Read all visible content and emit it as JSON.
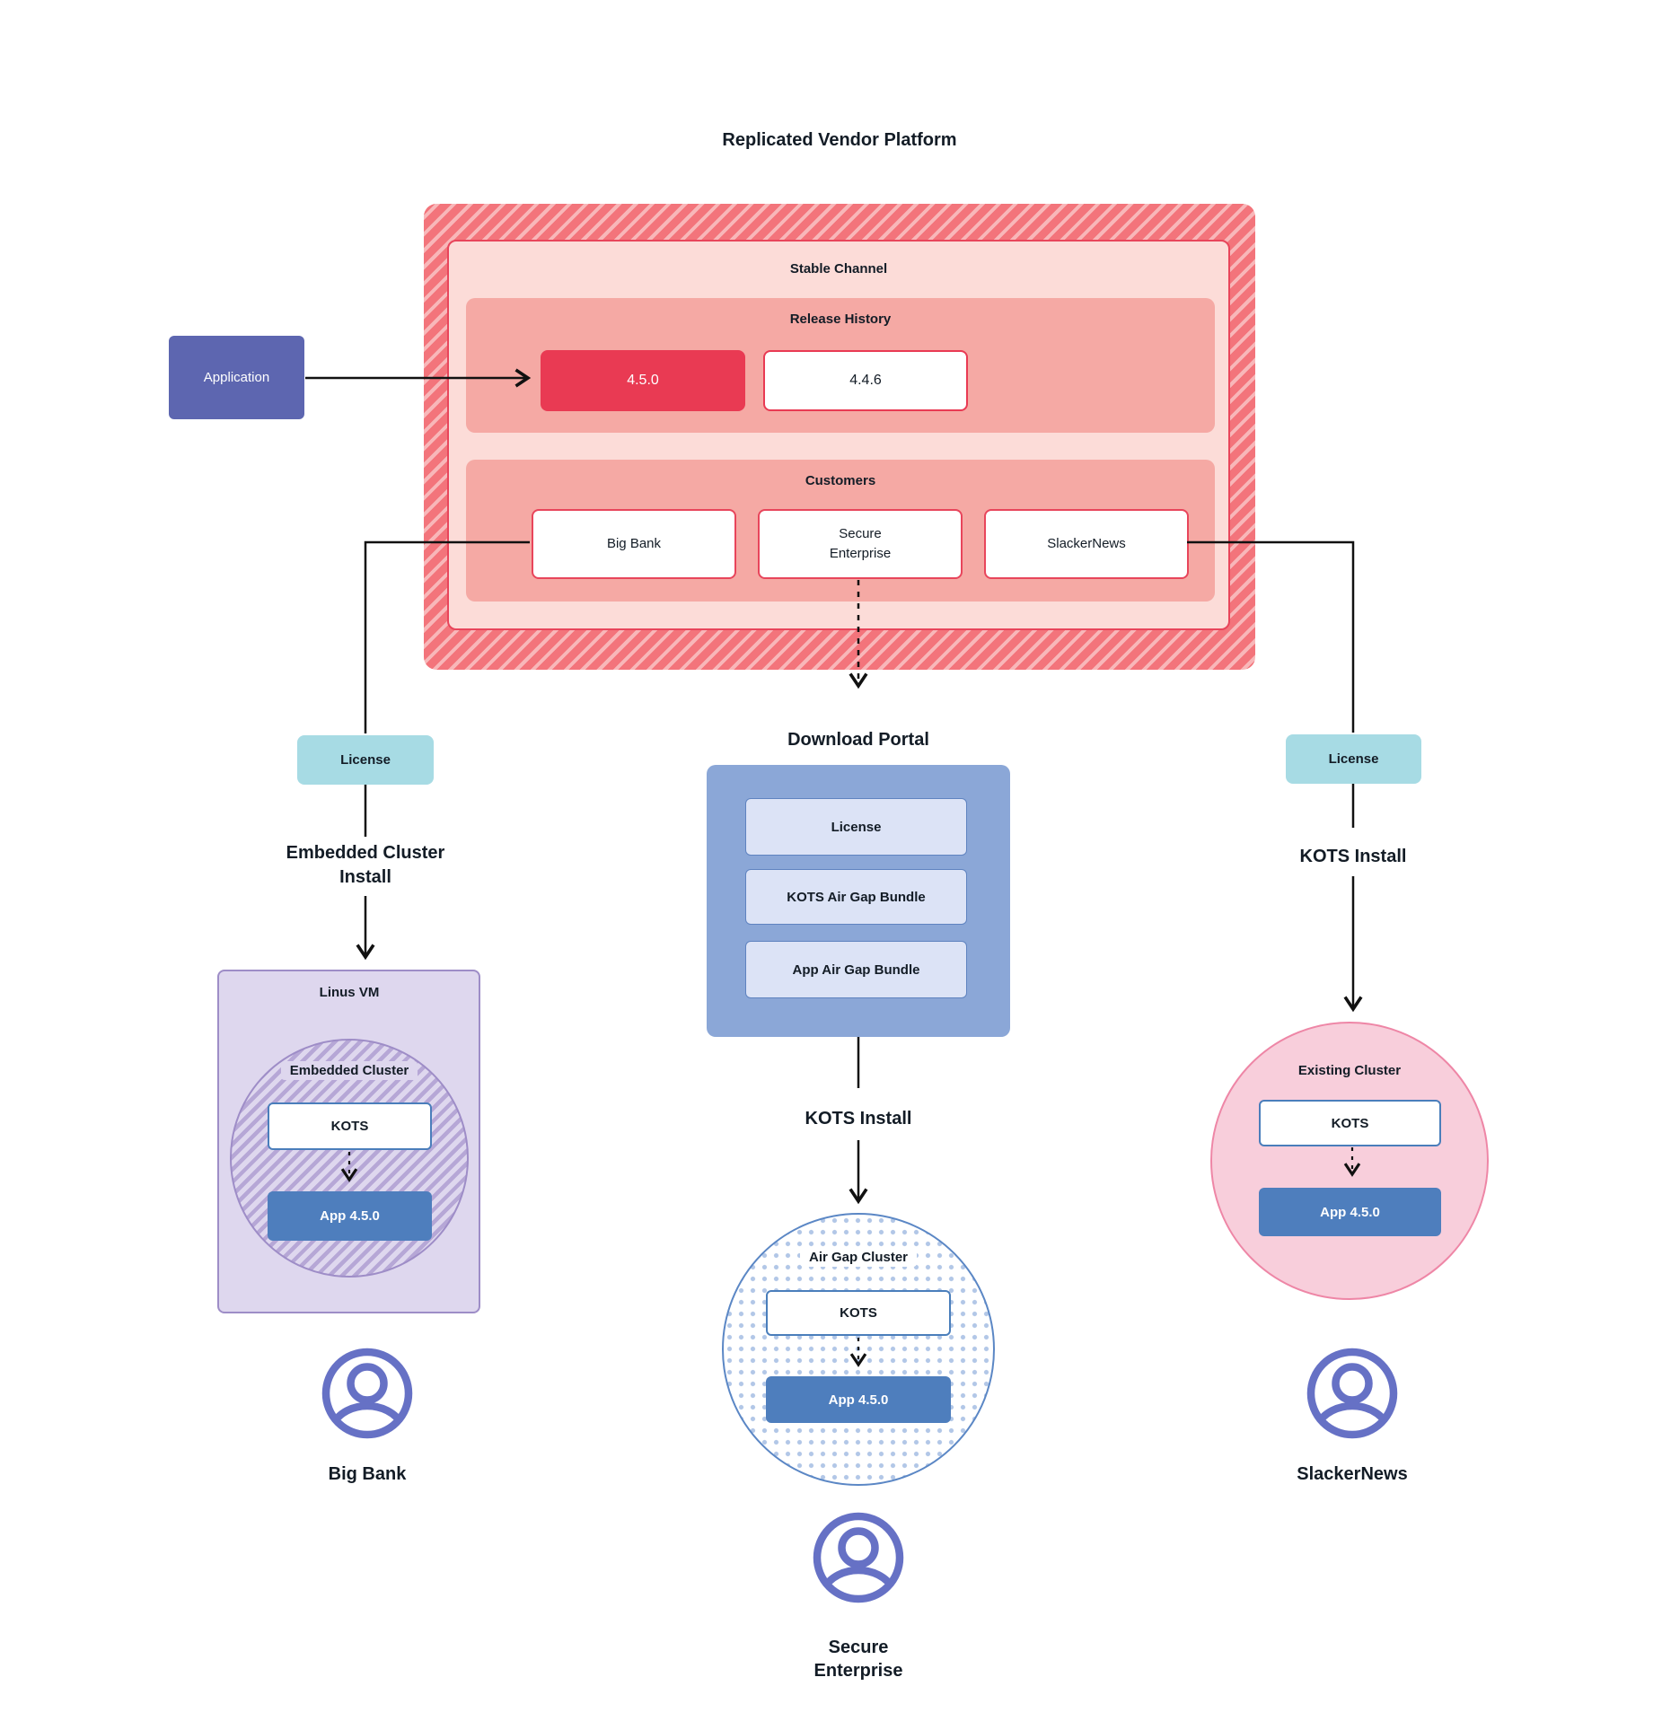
{
  "title": "Replicated Vendor Platform",
  "colors": {
    "hatch-base": "#f3747b",
    "hatch-stripe": "#f8b7b9",
    "accent-red": "#e93a53",
    "box-border-red": "#e8455b",
    "panel-light": "#fcdcd8",
    "panel-salmon": "#f5a9a4",
    "app-purple": "#5d66b0",
    "teal": "#a7dbe4",
    "portal-blue": "#8ba7d7",
    "portal-item-bg": "#dce3f6",
    "portal-item-border": "#5f83c0",
    "app-blue": "#4e7ebd",
    "kots-border": "#4a7ebb",
    "lavender-bg": "#ded7ee",
    "lavender-border": "#9e8dc7",
    "lavender-stripe": "#b6a7d6",
    "airgap-border": "#5b87c5",
    "airgap-dot": "#b2c7e7",
    "pink-fill": "#f8cedb",
    "pink-border": "#ee86a6",
    "avatar-purple": "#6671c5",
    "ink": "#131c26"
  },
  "platform": {
    "stable_channel_label": "Stable Channel",
    "release_history": {
      "label": "Release History",
      "releases": [
        "4.5.0",
        "4.4.6"
      ]
    },
    "customers": {
      "label": "Customers",
      "items": [
        "Big Bank",
        "Secure\nEnterprise",
        "SlackerNews"
      ]
    }
  },
  "application": {
    "label": "Application"
  },
  "branches": {
    "big_bank": {
      "license_label": "License",
      "install_label": "Embedded Cluster\nInstall",
      "vm_label": "Linus VM",
      "cluster_label": "Embedded Cluster",
      "kots_label": "KOTS",
      "app_label": "App 4.5.0",
      "customer_name": "Big Bank"
    },
    "secure_enterprise": {
      "portal_title": "Download Portal",
      "portal_items": [
        "License",
        "KOTS Air Gap Bundle",
        "App Air Gap Bundle"
      ],
      "install_label": "KOTS Install",
      "cluster_label": "Air Gap Cluster",
      "kots_label": "KOTS",
      "app_label": "App 4.5.0",
      "customer_name": "Secure\nEnterprise"
    },
    "slackernews": {
      "license_label": "License",
      "install_label": "KOTS Install",
      "cluster_label": "Existing Cluster",
      "kots_label": "KOTS",
      "app_label": "App 4.5.0",
      "customer_name": "SlackerNews"
    }
  }
}
